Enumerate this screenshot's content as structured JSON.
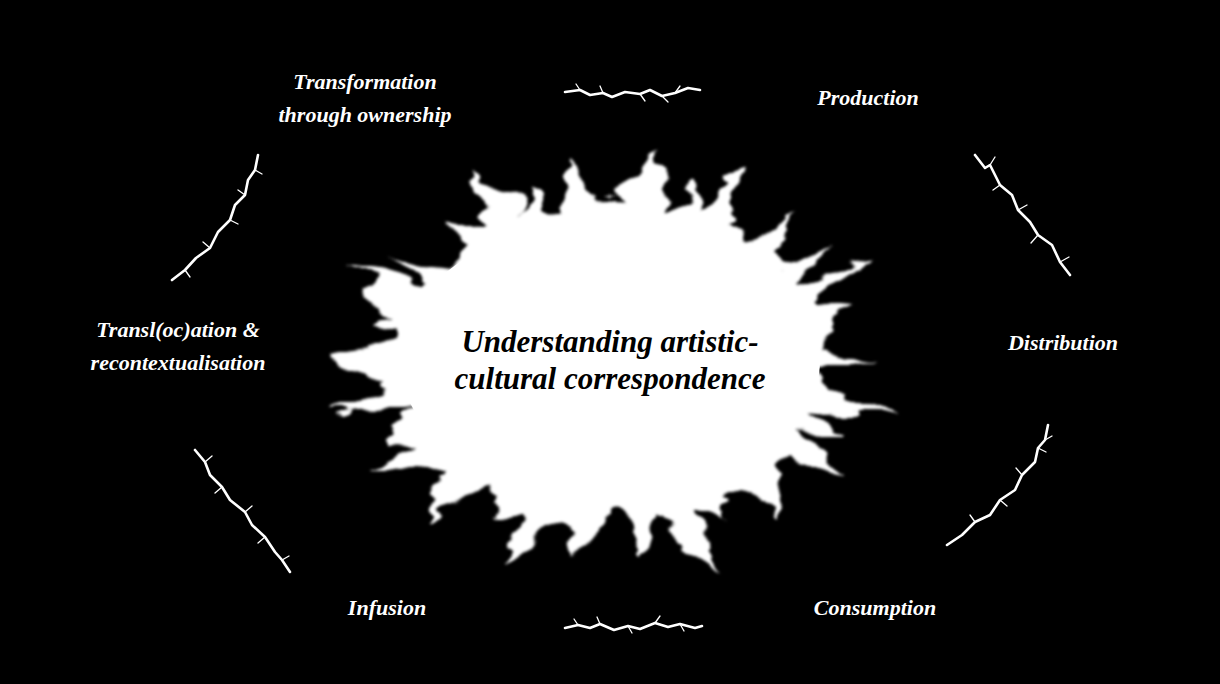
{
  "diagram": {
    "nodes": [
      {
        "text": [
          "Understanding artistic-cultural correspondence"
        ]
      }
    ],
    "labels": [
      "Transformation through ownership",
      "Production",
      "Transl(oc)ation & recontextualisation",
      "Distribution",
      "Infusion",
      "Consumption"
    ]
  }
}
